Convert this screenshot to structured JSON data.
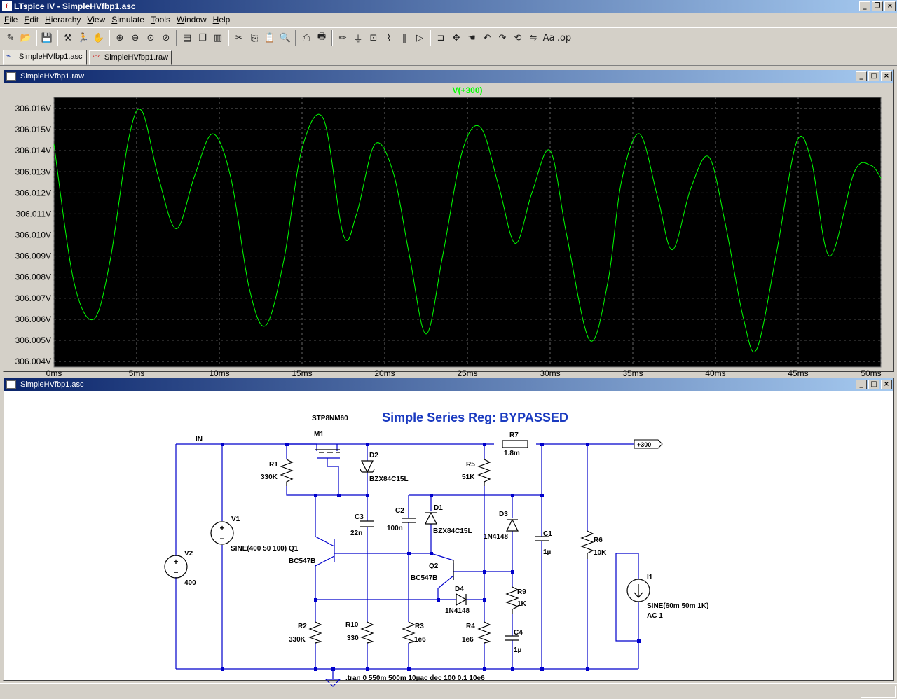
{
  "app": {
    "window_title": "LTspice IV - SimpleHVfbp1.asc"
  },
  "menu": [
    {
      "label": "File",
      "ul": "F",
      "rest": "ile"
    },
    {
      "label": "Edit",
      "ul": "E",
      "rest": "dit"
    },
    {
      "label": "Hierarchy",
      "ul": "H",
      "rest": "ierarchy"
    },
    {
      "label": "View",
      "ul": "V",
      "rest": "iew"
    },
    {
      "label": "Simulate",
      "ul": "S",
      "rest": "imulate"
    },
    {
      "label": "Tools",
      "ul": "T",
      "rest": "ools"
    },
    {
      "label": "Window",
      "ul": "W",
      "rest": "indow"
    },
    {
      "label": "Help",
      "ul": "H",
      "rest": "elp"
    }
  ],
  "toolbar_icons": [
    "control-panel-icon",
    "open-icon",
    "save-icon",
    "hammer-icon",
    "run-icon",
    "halt-icon",
    "zoom-in-icon",
    "zoom-out-icon",
    "zoom-fit-icon",
    "autorange-icon",
    "tile-horizontal-icon",
    "cascade-icon",
    "tile-vertical-icon",
    "cut-icon",
    "copy-icon",
    "paste-icon",
    "find-icon",
    "print-setup-icon",
    "print-icon",
    "draw-wire-icon",
    "ground-icon",
    "label-net-icon",
    "resistor-icon",
    "capacitor-icon",
    "diode-icon",
    "component-icon",
    "move-icon",
    "drag-icon",
    "undo-icon",
    "redo-icon",
    "rotate-icon",
    "mirror-icon",
    "text-icon",
    "spice-directive-icon"
  ],
  "tabs": [
    {
      "label": "SimpleHVfbp1.asc"
    },
    {
      "label": "SimpleHVfbp1.raw"
    }
  ],
  "waveform_window": {
    "title": "SimpleHVfbp1.raw",
    "trace_label": "V(+300)"
  },
  "schematic_window": {
    "title": "SimpleHVfbp1.asc",
    "heading": "Simple Series Reg: BYPASSED",
    "directive": ".tran 0 550m 500m 10µac dec 100 0.1 10e6",
    "labels": {
      "stp": "STP8NM60",
      "in": "IN",
      "out": "+300",
      "M1": "M1",
      "R7": "R7",
      "R7v": "1.8m",
      "R1": "R1",
      "R1v": "330K",
      "D2": "D2",
      "D2v": "BZX84C15L",
      "R5": "R5",
      "R5v": "51K",
      "V1": "V1",
      "V1v": "SINE(400 50 100)",
      "V2": "V2",
      "V2v": "400",
      "C3": "C3",
      "C3v": "22n",
      "C2": "C2",
      "C2v": "100n",
      "D1": "D1",
      "D1v": "BZX84C15L",
      "D3": "D3",
      "D3v": "1N4148",
      "C1": "C1",
      "C1v": "1µ",
      "R6": "R6",
      "R6v": "10K",
      "Q1": "Q1",
      "Q1v": "BC547B",
      "Q2": "Q2",
      "Q2v": "BC547B",
      "D4": "D4",
      "D4v": "1N4148",
      "R9": "R9",
      "R9v": "1K",
      "I1": "I1",
      "I1v": "SINE(60m 50m 1K)",
      "I1ac": "AC 1",
      "R2": "R2",
      "R2v": "330K",
      "R10": "R10",
      "R10v": "330",
      "R3": "R3",
      "R3v": "1e6",
      "R4": "R4",
      "R4v": "1e6",
      "C4": "C4",
      "C4v": "1µ"
    }
  },
  "chart_data": {
    "type": "line",
    "title": "V(+300)",
    "xlabel": "",
    "ylabel": "",
    "x_unit": "ms",
    "y_unit": "V",
    "xlim": [
      0,
      50
    ],
    "ylim": [
      306.004,
      306.016
    ],
    "x_ticks": [
      "0ms",
      "5ms",
      "10ms",
      "15ms",
      "20ms",
      "25ms",
      "30ms",
      "35ms",
      "40ms",
      "45ms",
      "50ms"
    ],
    "y_ticks": [
      "306.016V",
      "306.015V",
      "306.014V",
      "306.013V",
      "306.012V",
      "306.011V",
      "306.010V",
      "306.009V",
      "306.008V",
      "306.007V",
      "306.006V",
      "306.005V",
      "306.004V"
    ],
    "grid": true,
    "background": "#000000",
    "trace_color": "#00ff00",
    "series": [
      {
        "name": "V(+300)",
        "x": [
          0,
          1.2,
          2.4,
          3.4,
          4.5,
          5.3,
          6.3,
          7.4,
          8.5,
          9.6,
          10.7,
          11.8,
          12.8,
          13.9,
          15.0,
          16.3,
          17.5,
          18.3,
          19.4,
          20.5,
          21.5,
          22.5,
          23.5,
          24.7,
          25.8,
          26.9,
          27.9,
          28.9,
          30.0,
          31.0,
          32.4,
          33.5,
          34.3,
          35.4,
          36.5,
          37.4,
          38.5,
          39.6,
          40.6,
          41.7,
          42.5,
          43.7,
          44.9,
          45.8,
          46.9,
          48.4,
          49.4,
          50
        ],
        "y": [
          306.0143,
          306.0078,
          306.006,
          306.0088,
          306.0145,
          306.0159,
          306.0128,
          306.0103,
          306.0128,
          306.0148,
          306.0127,
          306.0075,
          306.0057,
          306.0088,
          306.0141,
          306.0155,
          306.01,
          306.011,
          306.0143,
          306.013,
          306.009,
          306.0053,
          306.009,
          306.014,
          306.0151,
          306.0123,
          306.0096,
          306.012,
          306.014,
          306.01,
          306.005,
          306.0078,
          306.0125,
          306.0148,
          306.0118,
          306.0093,
          306.0122,
          306.0137,
          306.0105,
          306.006,
          306.0046,
          306.0092,
          306.0144,
          306.0135,
          306.009,
          306.013,
          306.0133,
          306.0127
        ]
      }
    ]
  }
}
